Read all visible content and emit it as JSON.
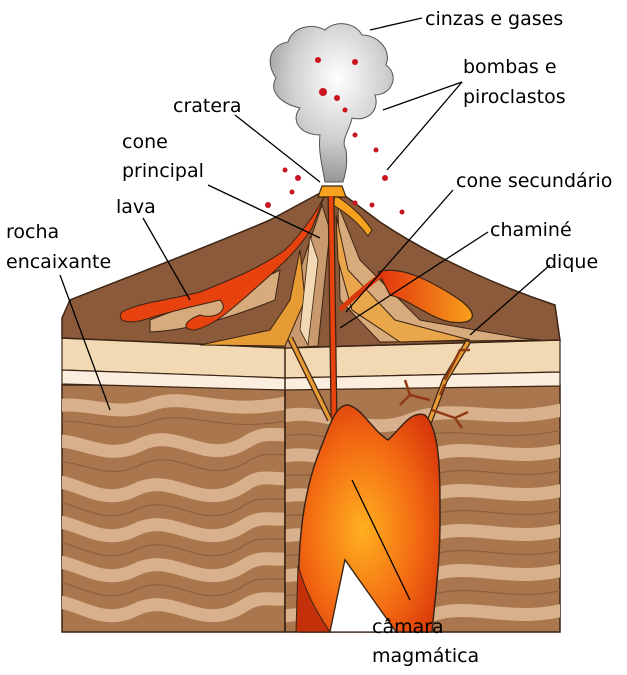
{
  "diagram": {
    "labels": {
      "ash_gases": "cinzas e gases",
      "bombs_line1": "bombas e",
      "bombs_line2": "piroclastos",
      "crater": "cratera",
      "main_cone_line1": "cone",
      "main_cone_line2": "principal",
      "lava": "lava",
      "secondary_cone": "cone secundário",
      "host_rock_line1": "rocha",
      "host_rock_line2": "encaixante",
      "conduit": "chaminé",
      "dike": "dique",
      "chamber_line1": "câmara",
      "chamber_line2": "magmática"
    },
    "colors": {
      "block_top": "#8a5a3c",
      "block_side": "#a9764e",
      "stripe_light": "#d9b08c",
      "stripe_dark": "#b4845c",
      "layer_cream": "#f2d9b4",
      "layer_pale": "#fbeede",
      "cone_brown": "#8b5a3a",
      "cone_orange": "#e69b34",
      "lava_red": "#e8420e",
      "lava_orange": "#f6a21e",
      "smoke": "#a9a9a9",
      "bomb_red": "#c8141e"
    }
  }
}
